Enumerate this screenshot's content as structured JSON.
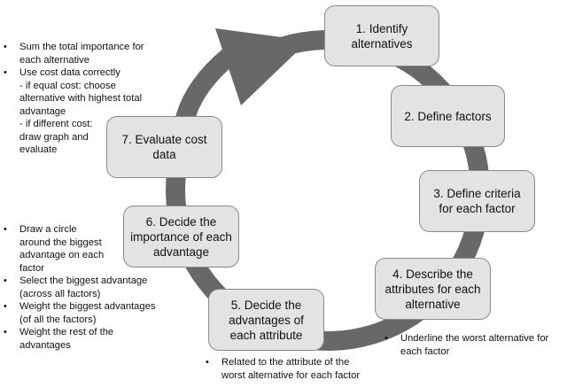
{
  "diagram": {
    "type": "cycle",
    "ring_color": "#686868",
    "box_fill": "#e3e3e3",
    "box_border": "#8a8a8a",
    "steps": [
      {
        "label": "1. Identify\nalternatives"
      },
      {
        "label": "2. Define factors"
      },
      {
        "label": "3. Define criteria\nfor each factor"
      },
      {
        "label": "4. Describe the\nattributes for each\nalternative"
      },
      {
        "label": "5. Decide the\nadvantages of\neach attribute"
      },
      {
        "label": "6. Decide the\nimportance of each\nadvantage"
      },
      {
        "label": "7. Evaluate cost\ndata"
      }
    ],
    "notes": {
      "step7": [
        "Sum the total importance for\neach alternative",
        "Use cost data correctly\n- if equal cost: choose\nalternative with highest total\nadvantage\n- if different cost:\ndraw graph and\nevaluate"
      ],
      "step6": [
        "Draw a  circle\naround the biggest\nadvantage on each\n factor",
        "Select the biggest advantage\n(across all factors)",
        "Weight the biggest advantages\n(of all the factors)",
        "Weight the rest of the\nadvantages"
      ],
      "step5": [
        "Related to the attribute of the\nworst alternative for each factor"
      ],
      "step4": [
        "Underline the worst alternative for\neach factor"
      ]
    }
  }
}
